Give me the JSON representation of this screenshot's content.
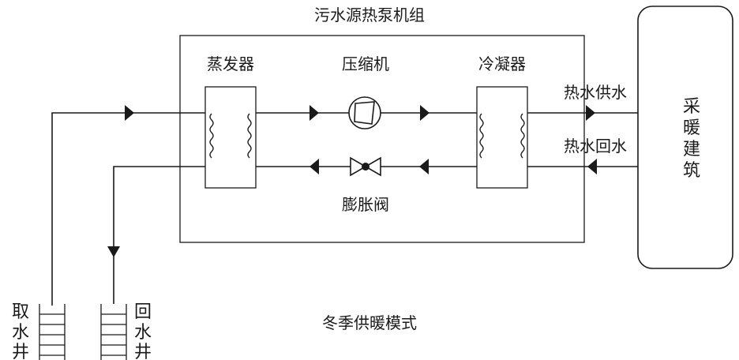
{
  "title": "污水源热泵机组",
  "mode_caption": "冬季供暖模式",
  "components": {
    "evaporator": "蒸发器",
    "compressor": "压缩机",
    "condenser": "冷凝器",
    "expansion_valve": "膨胀阀",
    "building": [
      "采",
      "暖",
      "建",
      "筑"
    ]
  },
  "pipes": {
    "hot_supply": "热水供水",
    "hot_return": "热水回水"
  },
  "wells": {
    "intake": [
      "取",
      "水",
      "井"
    ],
    "return": [
      "回",
      "水",
      "井"
    ]
  },
  "colors": {
    "stroke": "#1a1a1a",
    "background": "#ffffff"
  }
}
